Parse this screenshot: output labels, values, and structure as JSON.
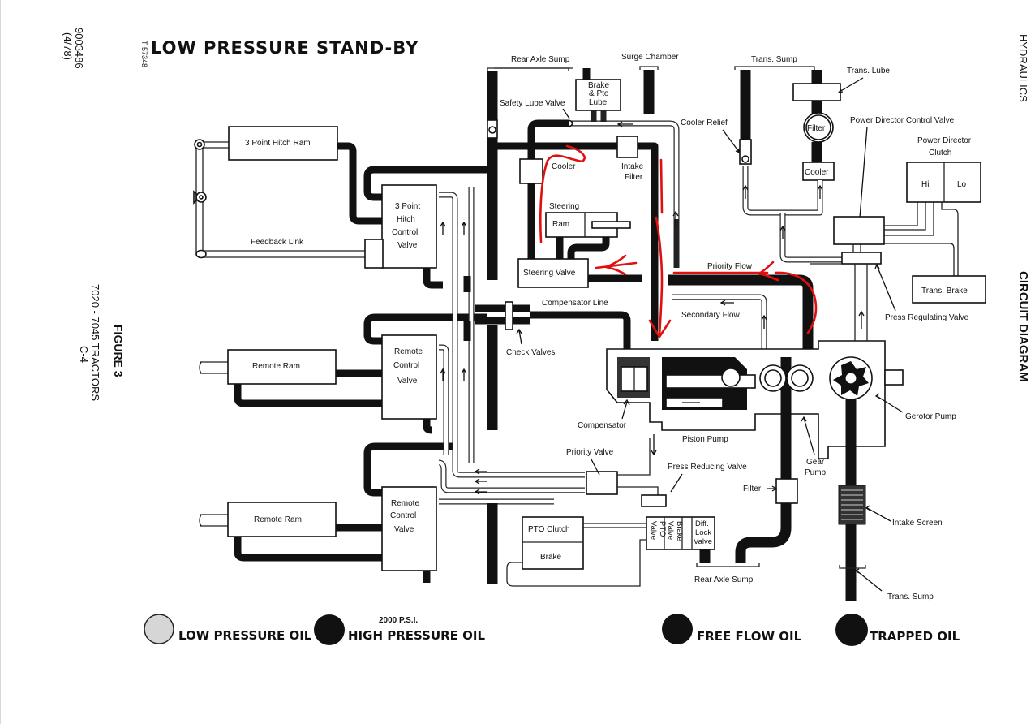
{
  "header": {
    "title": "LOW PRESSURE STAND-BY",
    "doc_number": "9003486",
    "doc_date": "(4/78)",
    "drawing_id": "T-57348",
    "section": "HYDRAULICS",
    "page_title": "CIRCUIT DIAGRAM"
  },
  "figure": {
    "label": "FIGURE 3",
    "models": "7020 - 7045 TRACTORS",
    "page": "C-4"
  },
  "components": {
    "hitch_ram": "3 Point Hitch Ram",
    "hitch_valve": [
      "3 Point",
      "Hitch",
      "Control",
      "Valve"
    ],
    "feedback_link": "Feedback Link",
    "remote_ram_1": "Remote Ram",
    "remote_valve_1": [
      "Remote",
      "Control",
      "Valve"
    ],
    "remote_ram_2": "Remote Ram",
    "remote_valve_2": [
      "Remote",
      "Control",
      "Valve"
    ],
    "rear_axle_sump_top": "Rear Axle Sump",
    "surge_chamber": "Surge Chamber",
    "brake_pto_lube": [
      "Brake",
      "& Pto",
      "Lube"
    ],
    "safety_lube_valve": "Safety Lube Valve",
    "cooler": "Cooler",
    "intake_filter": [
      "Intake",
      "Filter"
    ],
    "steering": "Steering",
    "ram": "Ram",
    "steering_valve": "Steering Valve",
    "compensator_line": "Compensator Line",
    "check_valves": "Check Valves",
    "priority_flow": "Priority Flow",
    "secondary_flow": "Secondary Flow",
    "compensator": "Compensator",
    "piston_pump": "Piston Pump",
    "priority_valve": "Priority Valve",
    "press_reducing_valve": "Press Reducing Valve",
    "filter_lower": "Filter",
    "gear_pump": [
      "Gear",
      "Pump"
    ],
    "gerotor_pump": "Gerotor Pump",
    "intake_screen": "Intake Screen",
    "trans_sump_bottom": "Trans. Sump",
    "rear_axle_sump_bottom": "Rear Axle Sump",
    "pto_clutch": "PTO Clutch",
    "brake": "Brake",
    "pto_valve": [
      "PTO",
      "Valve"
    ],
    "brake_valve": [
      "Brake",
      "Valve"
    ],
    "diff_lock_valve": [
      "Diff.",
      "Lock",
      "Valve"
    ],
    "trans_sump_top": "Trans. Sump",
    "trans_lube": "Trans. Lube",
    "cooler_relief": "Cooler Relief",
    "filter_top": "Filter",
    "cooler_trans": "Cooler",
    "power_director_control_valve": "Power Director Control Valve",
    "power_director_clutch": [
      "Power Director",
      "Clutch"
    ],
    "hi": "Hi",
    "lo": "Lo",
    "trans_brake": "Trans. Brake",
    "press_regulating_valve": "Press Regulating Valve"
  },
  "legend": [
    {
      "label": "LOW PRESSURE OIL",
      "swatch": "#d8d8d8",
      "note": ""
    },
    {
      "label": "HIGH PRESSURE OIL",
      "swatch": "#111111",
      "note": "2000 P.S.I."
    },
    {
      "label": "FREE FLOW OIL",
      "swatch": "#111111",
      "note": ""
    },
    {
      "label": "TRAPPED OIL",
      "swatch": "#111111",
      "note": ""
    }
  ],
  "annotation": {
    "color": "#e01010",
    "description": "Hand-drawn red flow arrows"
  }
}
